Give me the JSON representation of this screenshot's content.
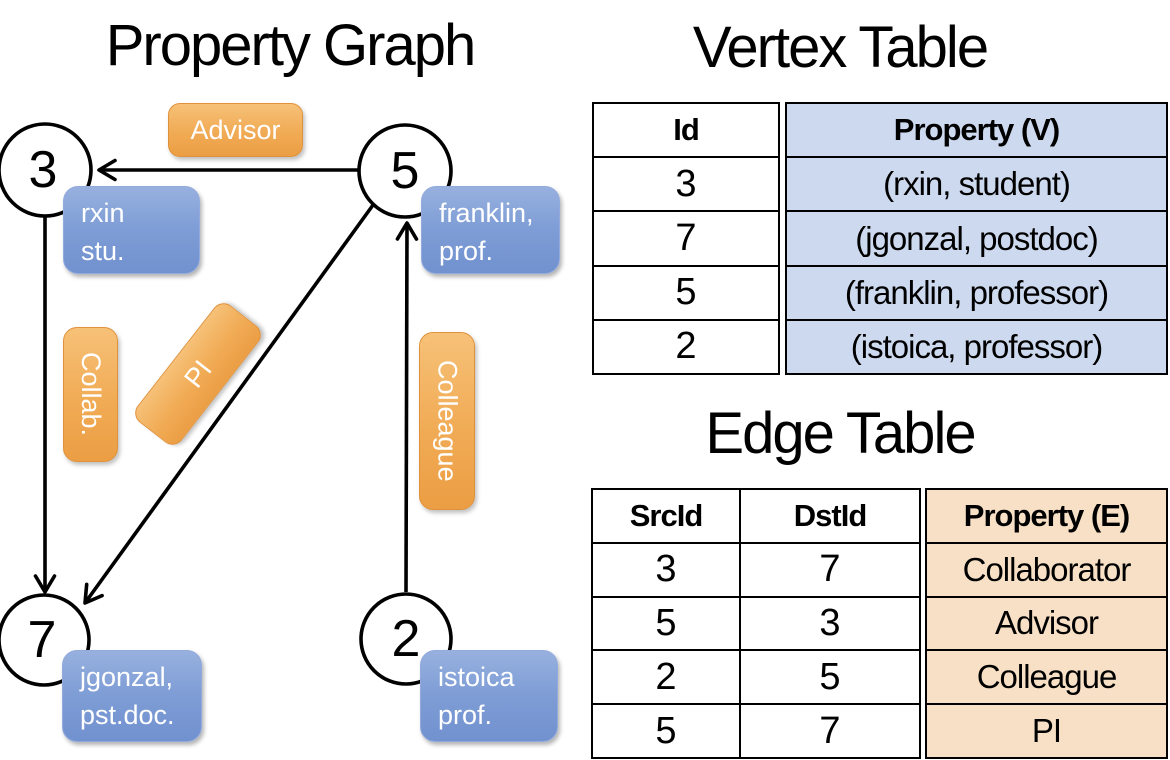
{
  "titles": {
    "property_graph": "Property Graph",
    "vertex_table": "Vertex Table",
    "edge_table": "Edge Table"
  },
  "graph": {
    "nodes": [
      {
        "id": "3",
        "prop_line1": "rxin",
        "prop_line2": "stu."
      },
      {
        "id": "5",
        "prop_line1": "franklin,",
        "prop_line2": "prof."
      },
      {
        "id": "7",
        "prop_line1": "jgonzal,",
        "prop_line2": "pst.doc."
      },
      {
        "id": "2",
        "prop_line1": "istoica",
        "prop_line2": "prof."
      }
    ],
    "edges": [
      {
        "src": "5",
        "dst": "3",
        "label": "Advisor"
      },
      {
        "src": "3",
        "dst": "7",
        "label": "Collab."
      },
      {
        "src": "5",
        "dst": "7",
        "label": "PI"
      },
      {
        "src": "2",
        "dst": "5",
        "label": "Colleague"
      }
    ]
  },
  "vertex_table": {
    "headers": {
      "id": "Id",
      "property": "Property (V)"
    },
    "rows": [
      {
        "id": "3",
        "property": "(rxin, student)"
      },
      {
        "id": "7",
        "property": "(jgonzal, postdoc)"
      },
      {
        "id": "5",
        "property": "(franklin, professor)"
      },
      {
        "id": "2",
        "property": "(istoica, professor)"
      }
    ]
  },
  "edge_table": {
    "headers": {
      "src": "SrcId",
      "dst": "DstId",
      "property": "Property (E)"
    },
    "rows": [
      {
        "src": "3",
        "dst": "7",
        "property": "Collaborator"
      },
      {
        "src": "5",
        "dst": "3",
        "property": "Advisor"
      },
      {
        "src": "2",
        "dst": "5",
        "property": "Colleague"
      },
      {
        "src": "5",
        "dst": "7",
        "property": "PI"
      }
    ]
  },
  "colors": {
    "node_property_blue": "#7e9dd6",
    "edge_label_orange": "#efa64e",
    "vertex_table_fill": "#cdd9ee",
    "edge_table_fill": "#f7e0c5",
    "line_black": "#000000"
  }
}
